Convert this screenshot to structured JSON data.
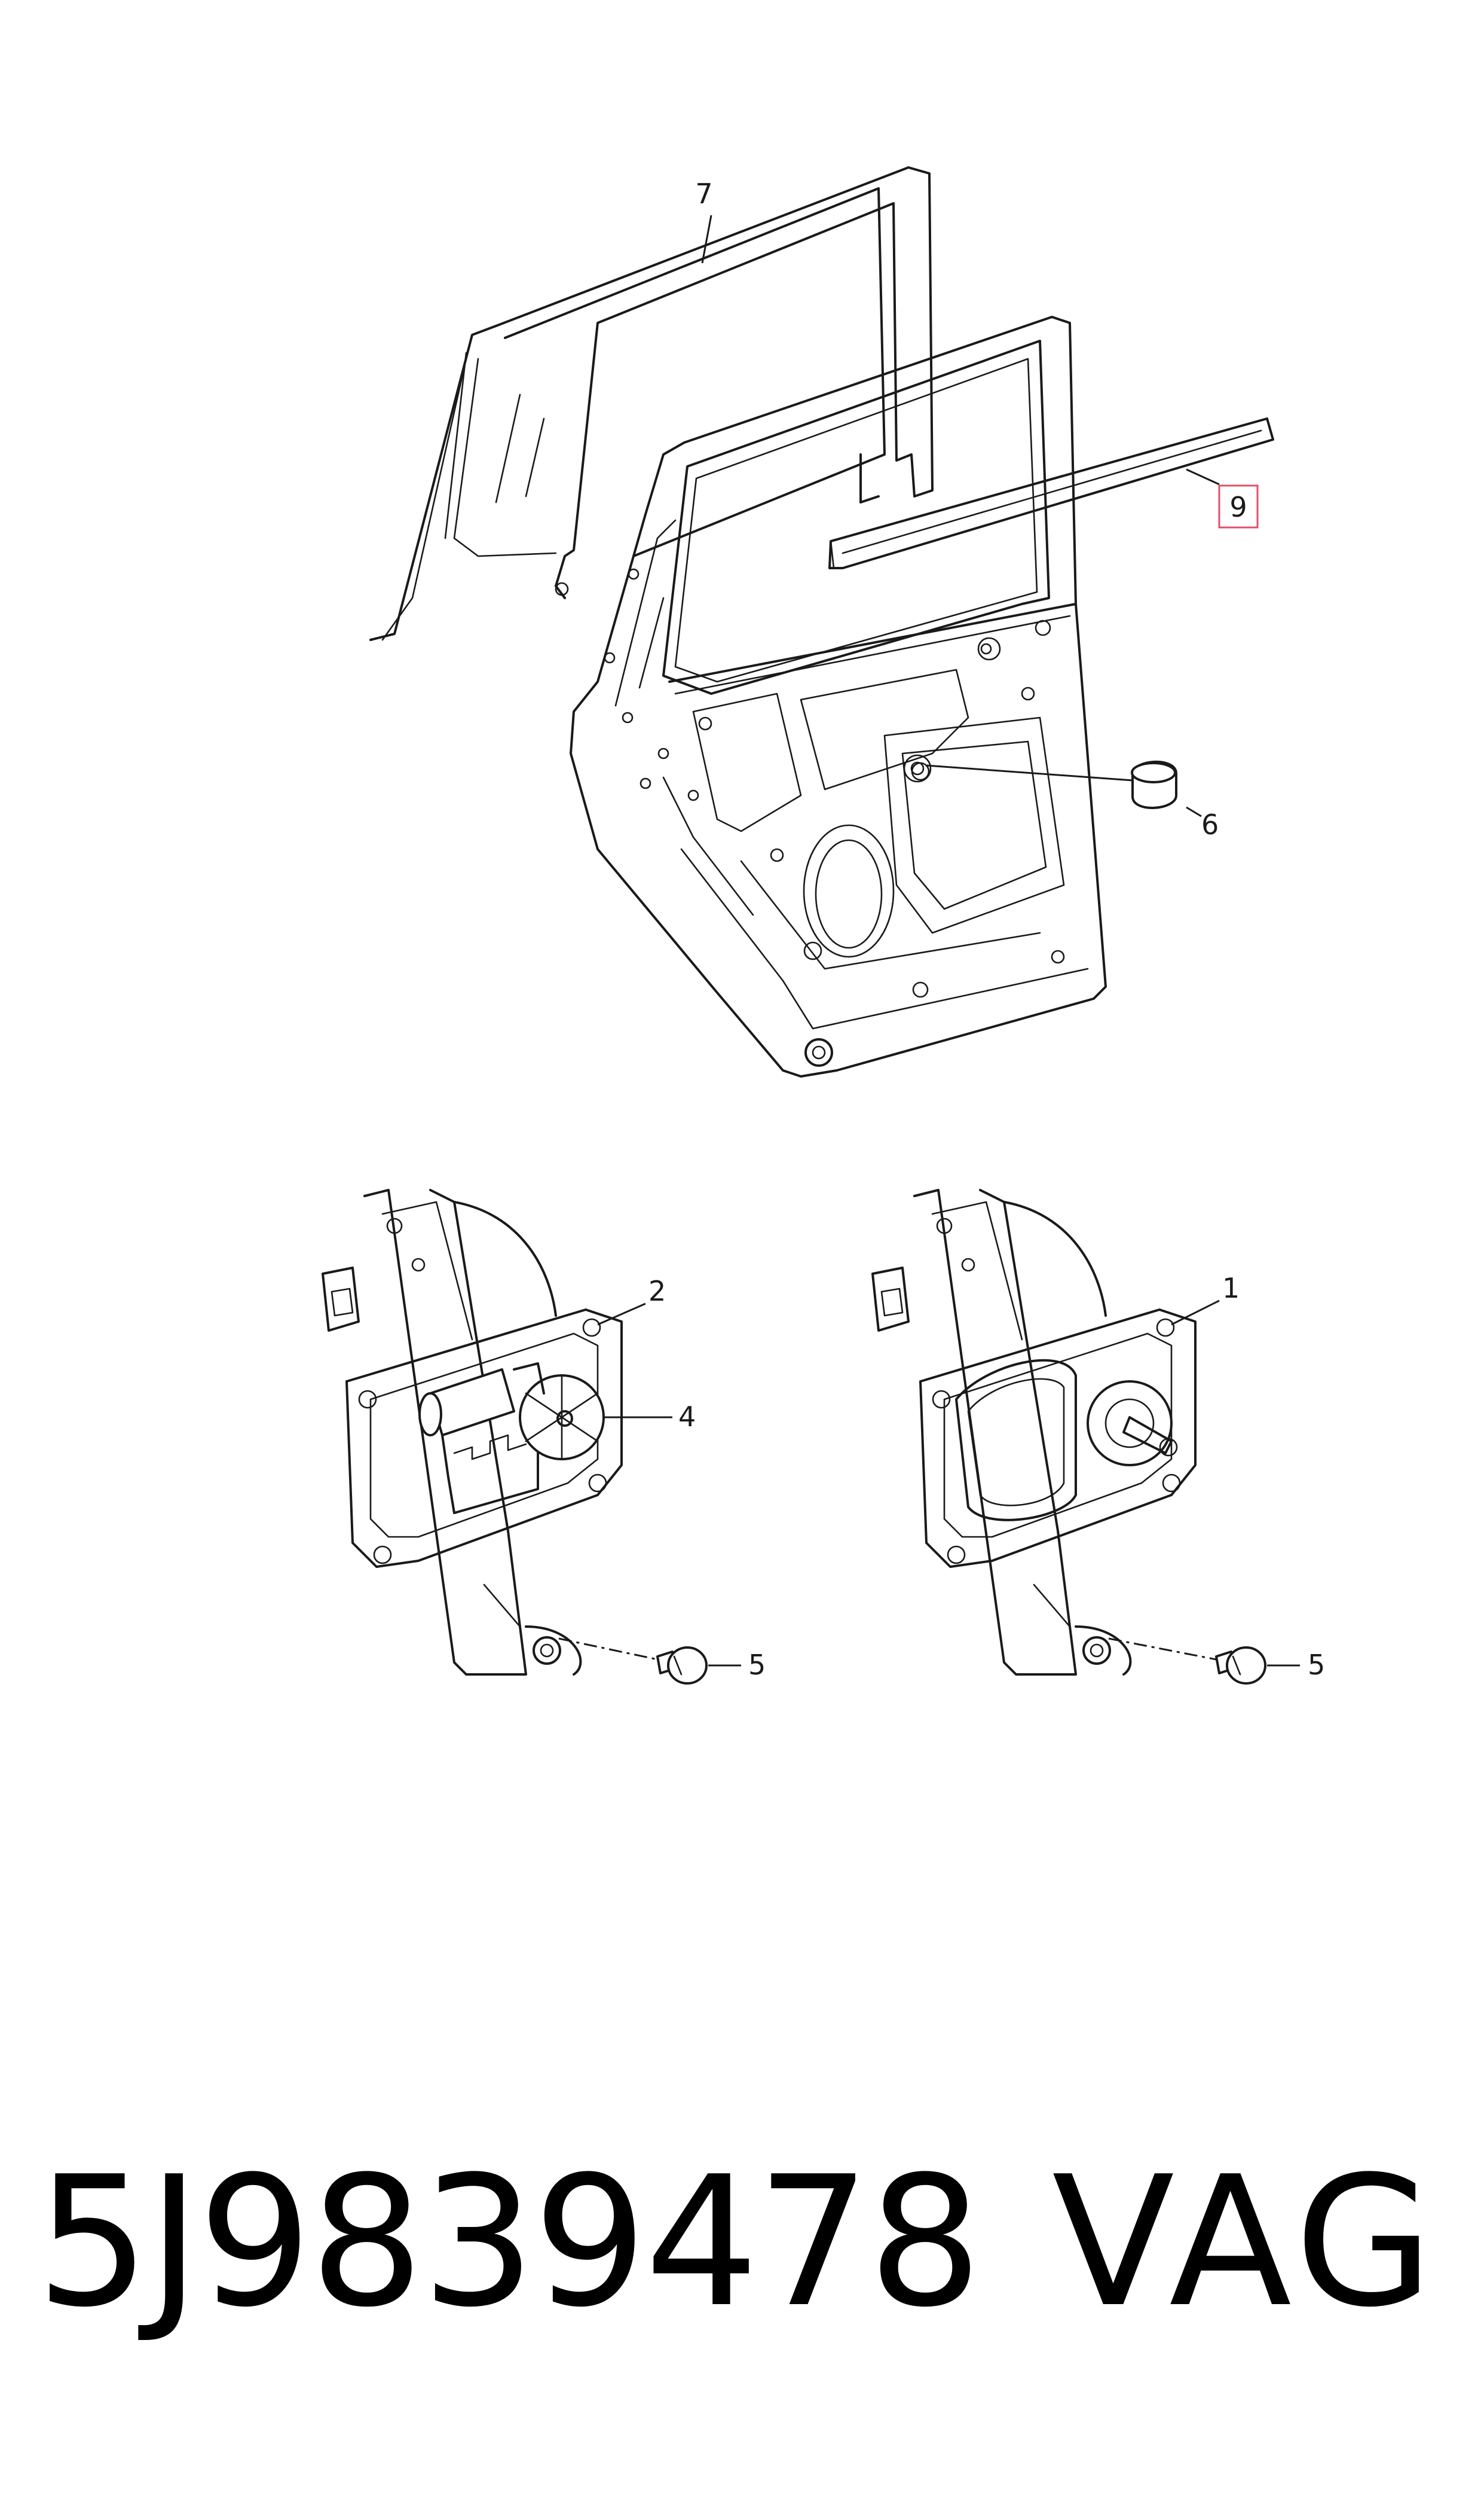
{
  "callouts": {
    "c1": "1",
    "c2": "2",
    "c4": "4",
    "c5a": "5",
    "c5b": "5",
    "c6": "6",
    "c7": "7",
    "c9": "9"
  },
  "highlight_color": "#e0506a",
  "footer": {
    "part_number": "5J9839478",
    "brand": "VAG"
  }
}
